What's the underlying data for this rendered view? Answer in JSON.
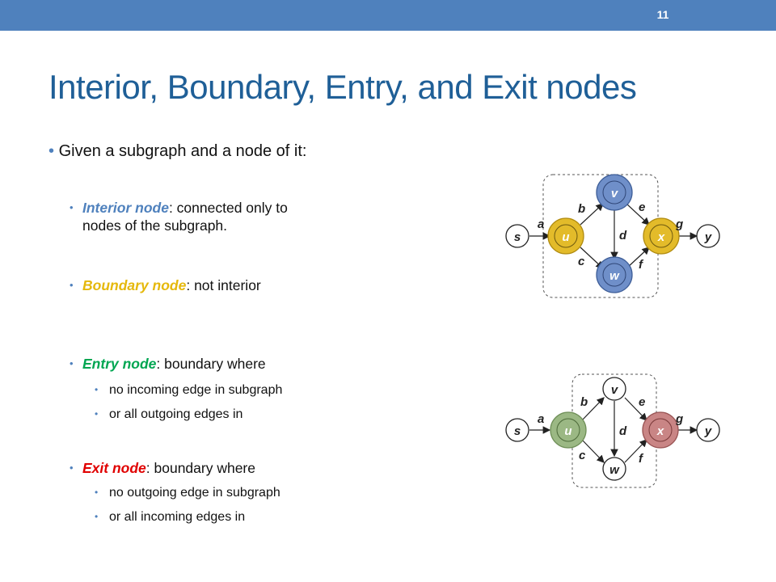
{
  "slide": {
    "number": "11"
  },
  "title": "Interior, Boundary, Entry, and Exit nodes",
  "bullets": {
    "main": "Given a subgraph and a node of it:",
    "interior": {
      "term": "Interior node",
      "rest1": ": connected only to",
      "rest2": "nodes of the subgraph."
    },
    "boundary": {
      "term": "Boundary node",
      "rest": ": not interior"
    },
    "entry": {
      "term": "Entry node",
      "rest": ": boundary where",
      "sub": [
        "no incoming edge in subgraph",
        "or all outgoing edges in"
      ]
    },
    "exit": {
      "term": "Exit node",
      "rest": ": boundary where",
      "sub": [
        "no outgoing edge in subgraph",
        "or all incoming edges in"
      ]
    }
  },
  "colors": {
    "accent": "#4f81bd",
    "interior": "#4f81bd",
    "boundary": "#e5b80b",
    "entry": "#00a651",
    "exit": "#e00000",
    "node_blue": "#6f8fc9",
    "node_yellow": "#e3bb2a",
    "node_green": "#9bb884",
    "node_red": "#c98585"
  },
  "diagrams": [
    {
      "nodes": {
        "s": "s",
        "u": "u",
        "v": "v",
        "w": "w",
        "x": "x",
        "y": "y"
      },
      "edges": {
        "a": "a",
        "b": "b",
        "c": "c",
        "d": "d",
        "e": "e",
        "f": "f",
        "g": "g"
      }
    },
    {
      "nodes": {
        "s": "s",
        "u": "u",
        "v": "v",
        "w": "w",
        "x": "x",
        "y": "y"
      },
      "edges": {
        "a": "a",
        "b": "b",
        "c": "c",
        "d": "d",
        "e": "e",
        "f": "f",
        "g": "g"
      }
    }
  ]
}
